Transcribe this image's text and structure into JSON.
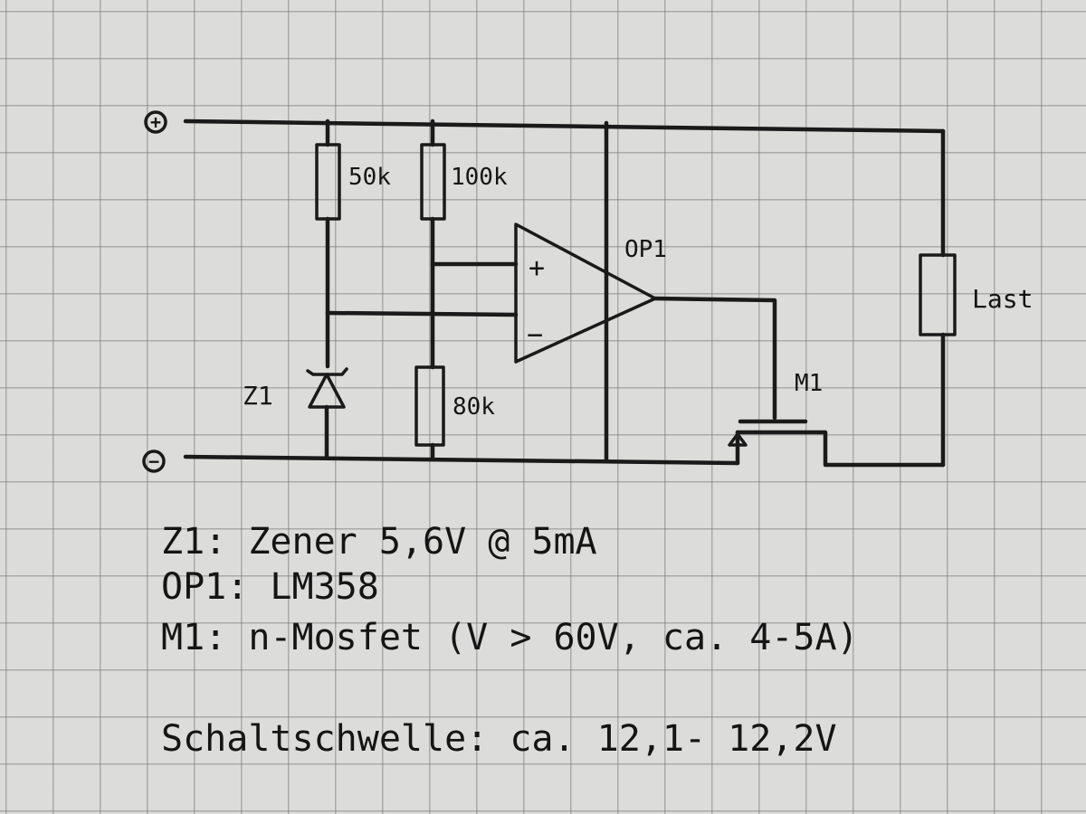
{
  "terminals": {
    "plus": "+",
    "minus": "−"
  },
  "components": {
    "r1": "50k",
    "r2": "100k",
    "r3": "80k",
    "opamp": "OP1",
    "opamp_plus": "+",
    "opamp_minus": "−",
    "zener": "Z1",
    "mosfet": "M1",
    "load": "Last"
  },
  "notes": [
    "Z1: Zener  5,6V @ 5mA",
    "OP1: LM358",
    "M1: n-Mosfet  (V > 60V, ca. 4-5A)",
    "Schaltschwelle: ca. 12,1- 12,2V"
  ]
}
